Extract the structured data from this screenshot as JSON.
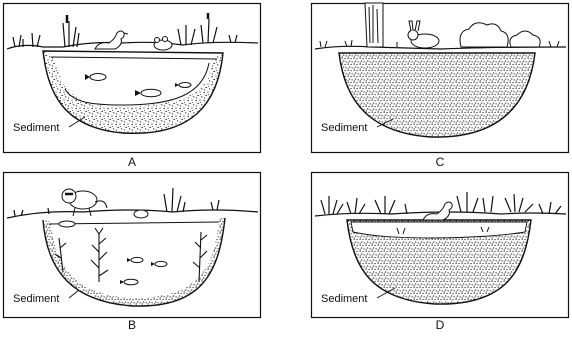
{
  "panels": [
    {
      "id": "A",
      "caption": "A",
      "sediment_label": "Sediment"
    },
    {
      "id": "C",
      "caption": "C",
      "sediment_label": "Sediment"
    },
    {
      "id": "B",
      "caption": "B",
      "sediment_label": "Sediment"
    },
    {
      "id": "D",
      "caption": "D",
      "sediment_label": "Sediment"
    }
  ],
  "colors": {
    "ink": "#111111",
    "paper": "#ffffff",
    "stipple": "#333333"
  }
}
